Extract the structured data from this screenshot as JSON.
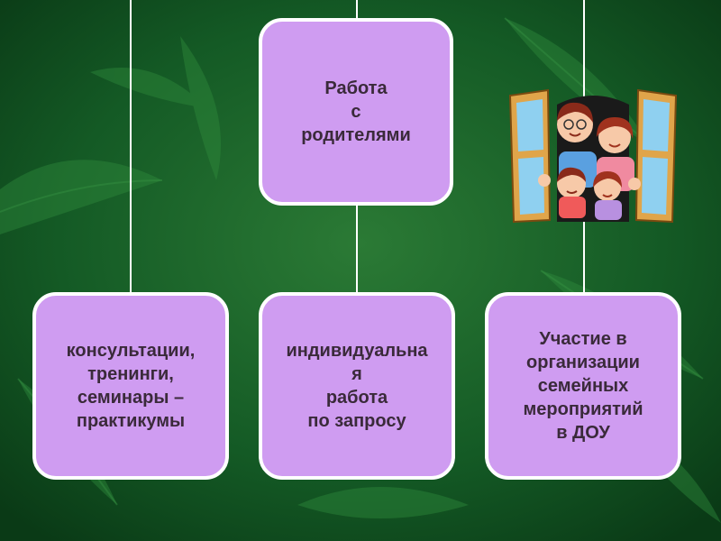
{
  "diagram": {
    "root": {
      "label": "Работа\nс\nродителями"
    },
    "children": [
      {
        "label": "консультации,\nтренинги,\nсеминары –\nпрактикумы"
      },
      {
        "label": "индивидуальна\nя\nработа\nпо запросу"
      },
      {
        "label": "Участие в\nорганизации\nсемейных\nмероприятий\nв ДОУ"
      }
    ]
  },
  "colors": {
    "background": "#0f4a1f",
    "box_fill": "#cf9cf1",
    "box_border": "#ffffff",
    "text": "#3a2a3a"
  },
  "clipart": {
    "icon": "family-in-window-icon"
  }
}
